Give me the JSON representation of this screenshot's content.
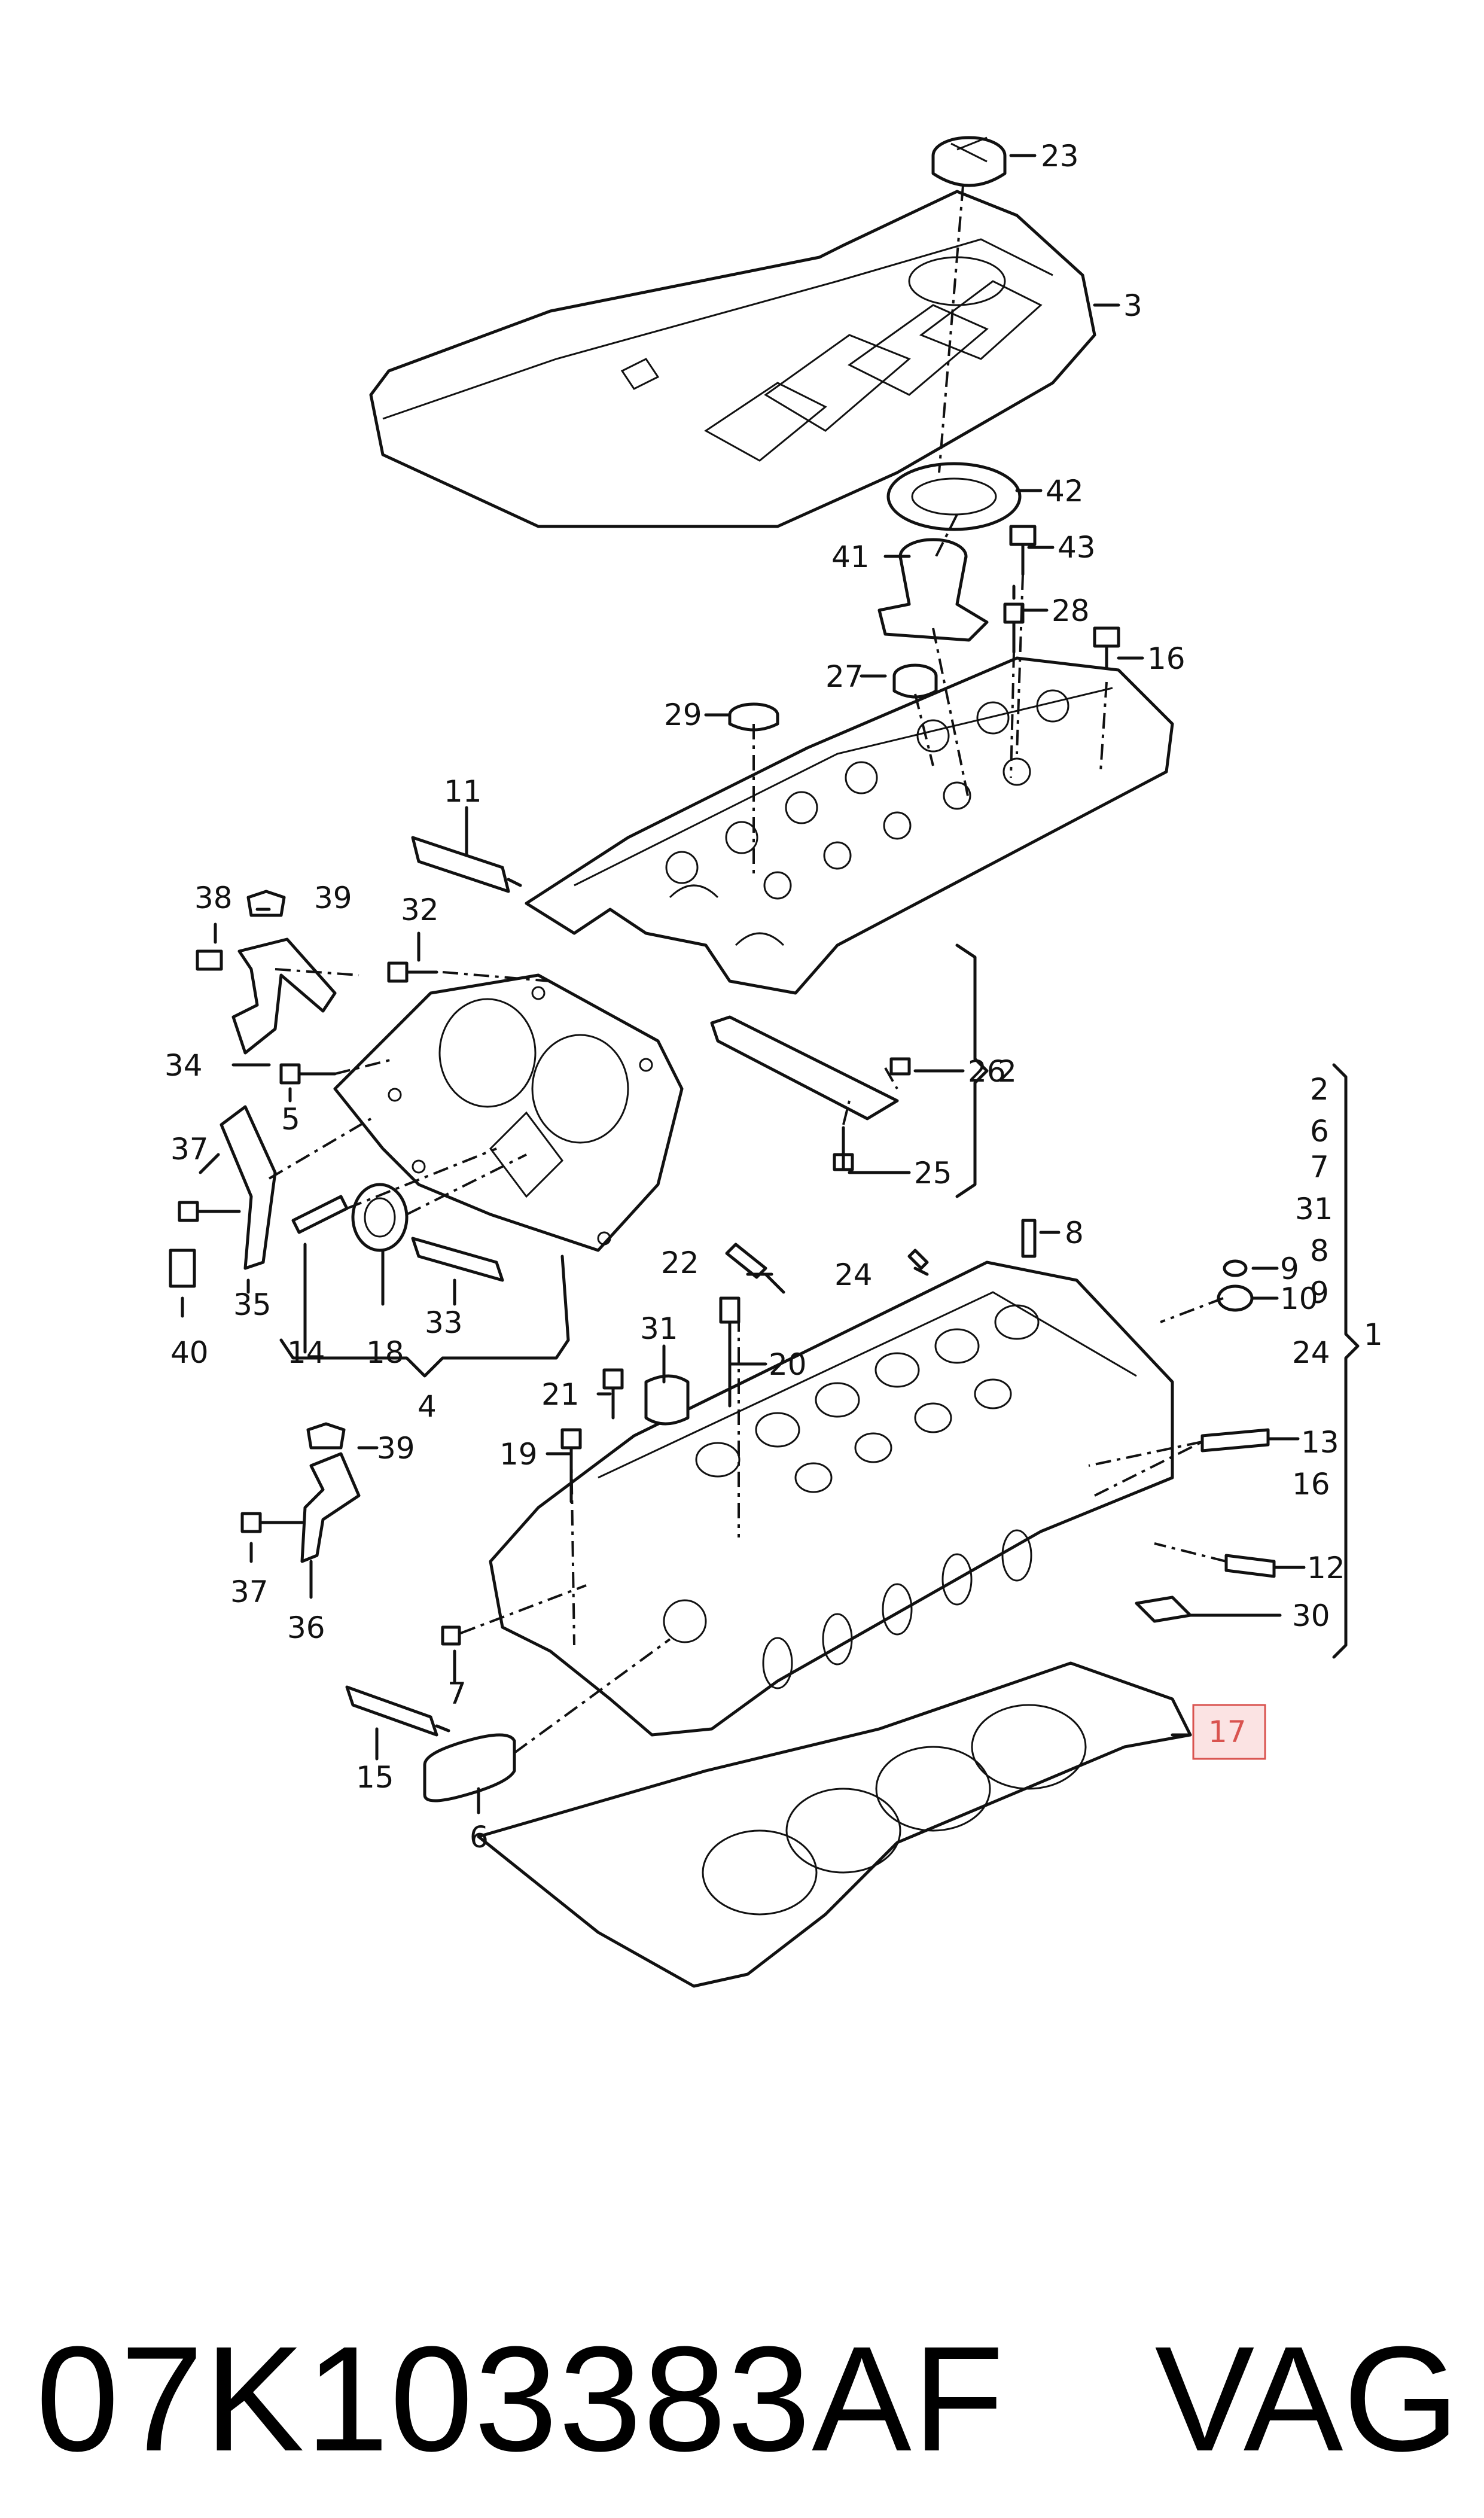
{
  "labels": {
    "p23": "23",
    "p3": "3",
    "p42": "42",
    "p41": "41",
    "p43": "43",
    "p28": "28",
    "p16a": "16",
    "p27": "27",
    "p29": "29",
    "p11": "11",
    "p38": "38",
    "p39a": "39",
    "p32": "32",
    "p34": "34",
    "p5": "5",
    "p37a": "37",
    "p35": "35",
    "p40": "40",
    "p14": "14",
    "p18": "18",
    "p33": "33",
    "p4": "4",
    "p26": "26",
    "p2": "2",
    "p25": "25",
    "g1_2": "2",
    "g1_6": "6",
    "g1_7": "7",
    "g1_31": "31",
    "g1_8": "8",
    "g1_9": "9",
    "g1_10": "10",
    "g1_24": "24",
    "g1_13": "13",
    "g1_16": "16",
    "g1_12": "12",
    "g1_30": "30",
    "p1": "1",
    "p8": "8",
    "p9": "9",
    "p10": "10",
    "p13": "13",
    "p12": "12",
    "p30": "30",
    "p22": "22",
    "p24": "24",
    "p20": "20",
    "p31": "31",
    "p21": "21",
    "p19": "19",
    "p39b": "39",
    "p37b": "37",
    "p36": "36",
    "p7": "7",
    "p15": "15",
    "p6": "6",
    "p17": "17"
  },
  "footer": {
    "part_number": "07K103383AF",
    "brand": "VAG"
  },
  "highlight": {
    "part": "17",
    "color": "#d9534f",
    "fill": "#fbe3e3"
  }
}
